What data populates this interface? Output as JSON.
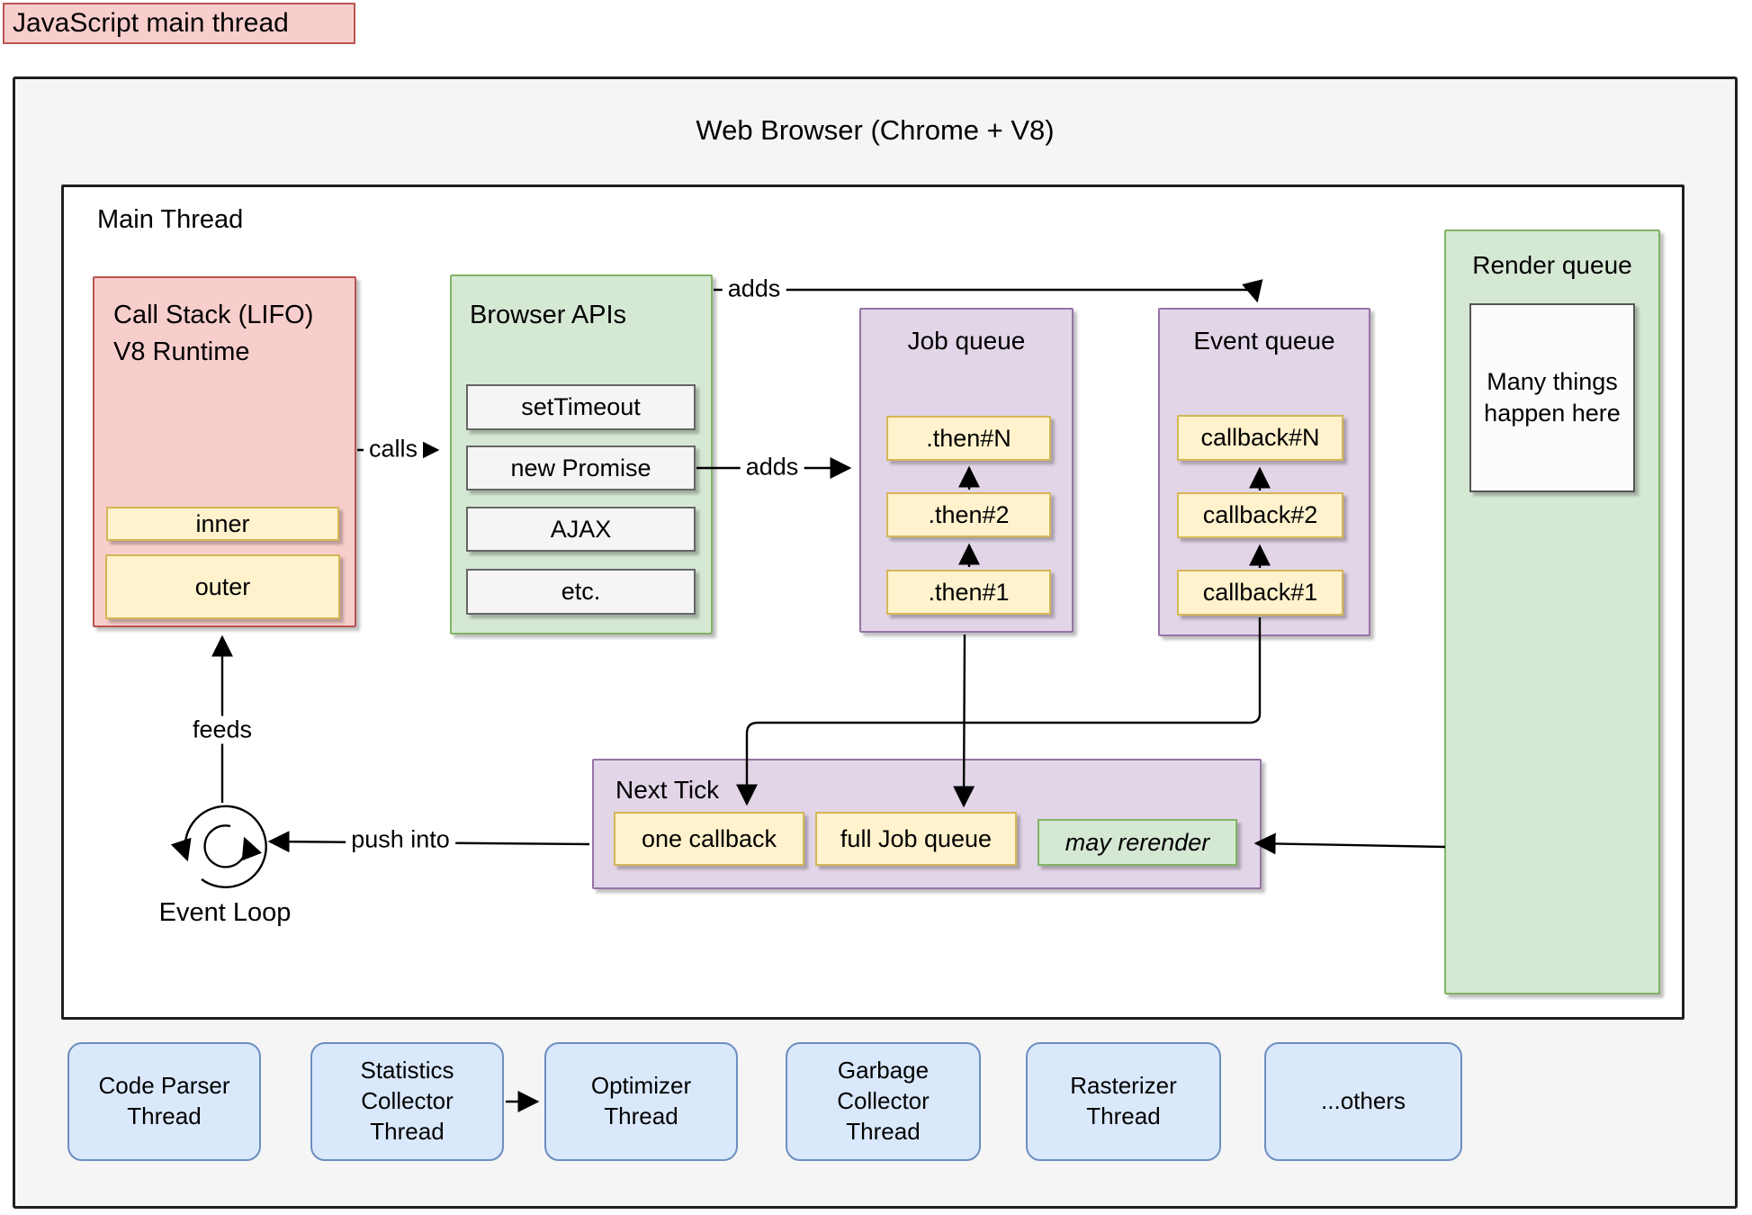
{
  "label_top": "JavaScript main thread",
  "browser": {
    "title": "Web Browser (Chrome + V8)",
    "main_thread": {
      "title": "Main Thread",
      "call_stack": {
        "title": "Call Stack (LIFO)\nV8 Runtime",
        "frames": [
          "inner",
          "outer"
        ]
      },
      "browser_apis": {
        "title": "Browser APIs",
        "apis": [
          "setTimeout",
          "new Promise",
          "AJAX",
          "etc."
        ]
      },
      "job_queue": {
        "title": "Job queue",
        "jobs": [
          ".then#N",
          ".then#2",
          ".then#1"
        ]
      },
      "event_queue": {
        "title": "Event queue",
        "callbacks": [
          "callback#N",
          "callback#2",
          "callback#1"
        ]
      },
      "render_queue": {
        "title": "Render queue",
        "note": "Many things\nhappen here"
      },
      "next_tick": {
        "title": "Next Tick",
        "slots": [
          "one callback",
          "full Job queue",
          "may rerender"
        ]
      },
      "event_loop_label": "Event Loop",
      "edge_labels": {
        "calls": "calls",
        "adds_to_event_queue": "adds",
        "adds_to_job_queue": "adds",
        "feeds": "feeds",
        "push_into": "push into"
      }
    }
  },
  "background_threads": [
    "Code Parser\nThread",
    "Statistics\nCollector\nThread",
    "Optimizer\nThread",
    "Garbage\nCollector\nThread",
    "Rasterizer\nThread",
    "...others"
  ],
  "colors": {
    "pink_fill": "#f8cecc",
    "pink_border": "#b85450",
    "green_fill": "#d5e8d4",
    "green_border": "#82b366",
    "purple_fill": "#e1d5e7",
    "purple_border": "#9673a6",
    "yellow_fill": "#fff2cc",
    "yellow_border": "#d6b656",
    "blue_fill": "#dae8fc",
    "blue_border": "#6c8ebf",
    "gray_fill": "#f5f5f5",
    "gray_border": "#666666"
  }
}
